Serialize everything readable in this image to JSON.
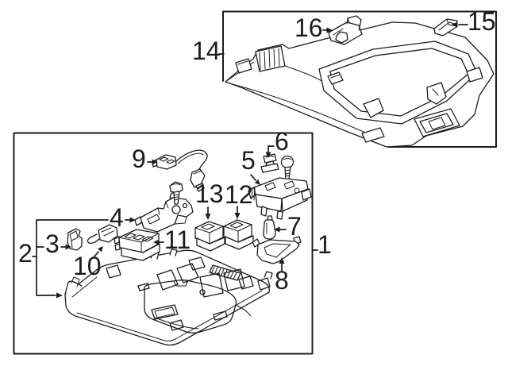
{
  "diagram": {
    "kind": "exploded-parts-diagram",
    "bg_color": "#ffffff",
    "line_color": "#1c1c1c",
    "callouts": [
      {
        "num": "1"
      },
      {
        "num": "2"
      },
      {
        "num": "3"
      },
      {
        "num": "4"
      },
      {
        "num": "5"
      },
      {
        "num": "6"
      },
      {
        "num": "7"
      },
      {
        "num": "8"
      },
      {
        "num": "9"
      },
      {
        "num": "10"
      },
      {
        "num": "11"
      },
      {
        "num": "12"
      },
      {
        "num": "13"
      },
      {
        "num": "14"
      },
      {
        "num": "15"
      },
      {
        "num": "16"
      }
    ]
  }
}
